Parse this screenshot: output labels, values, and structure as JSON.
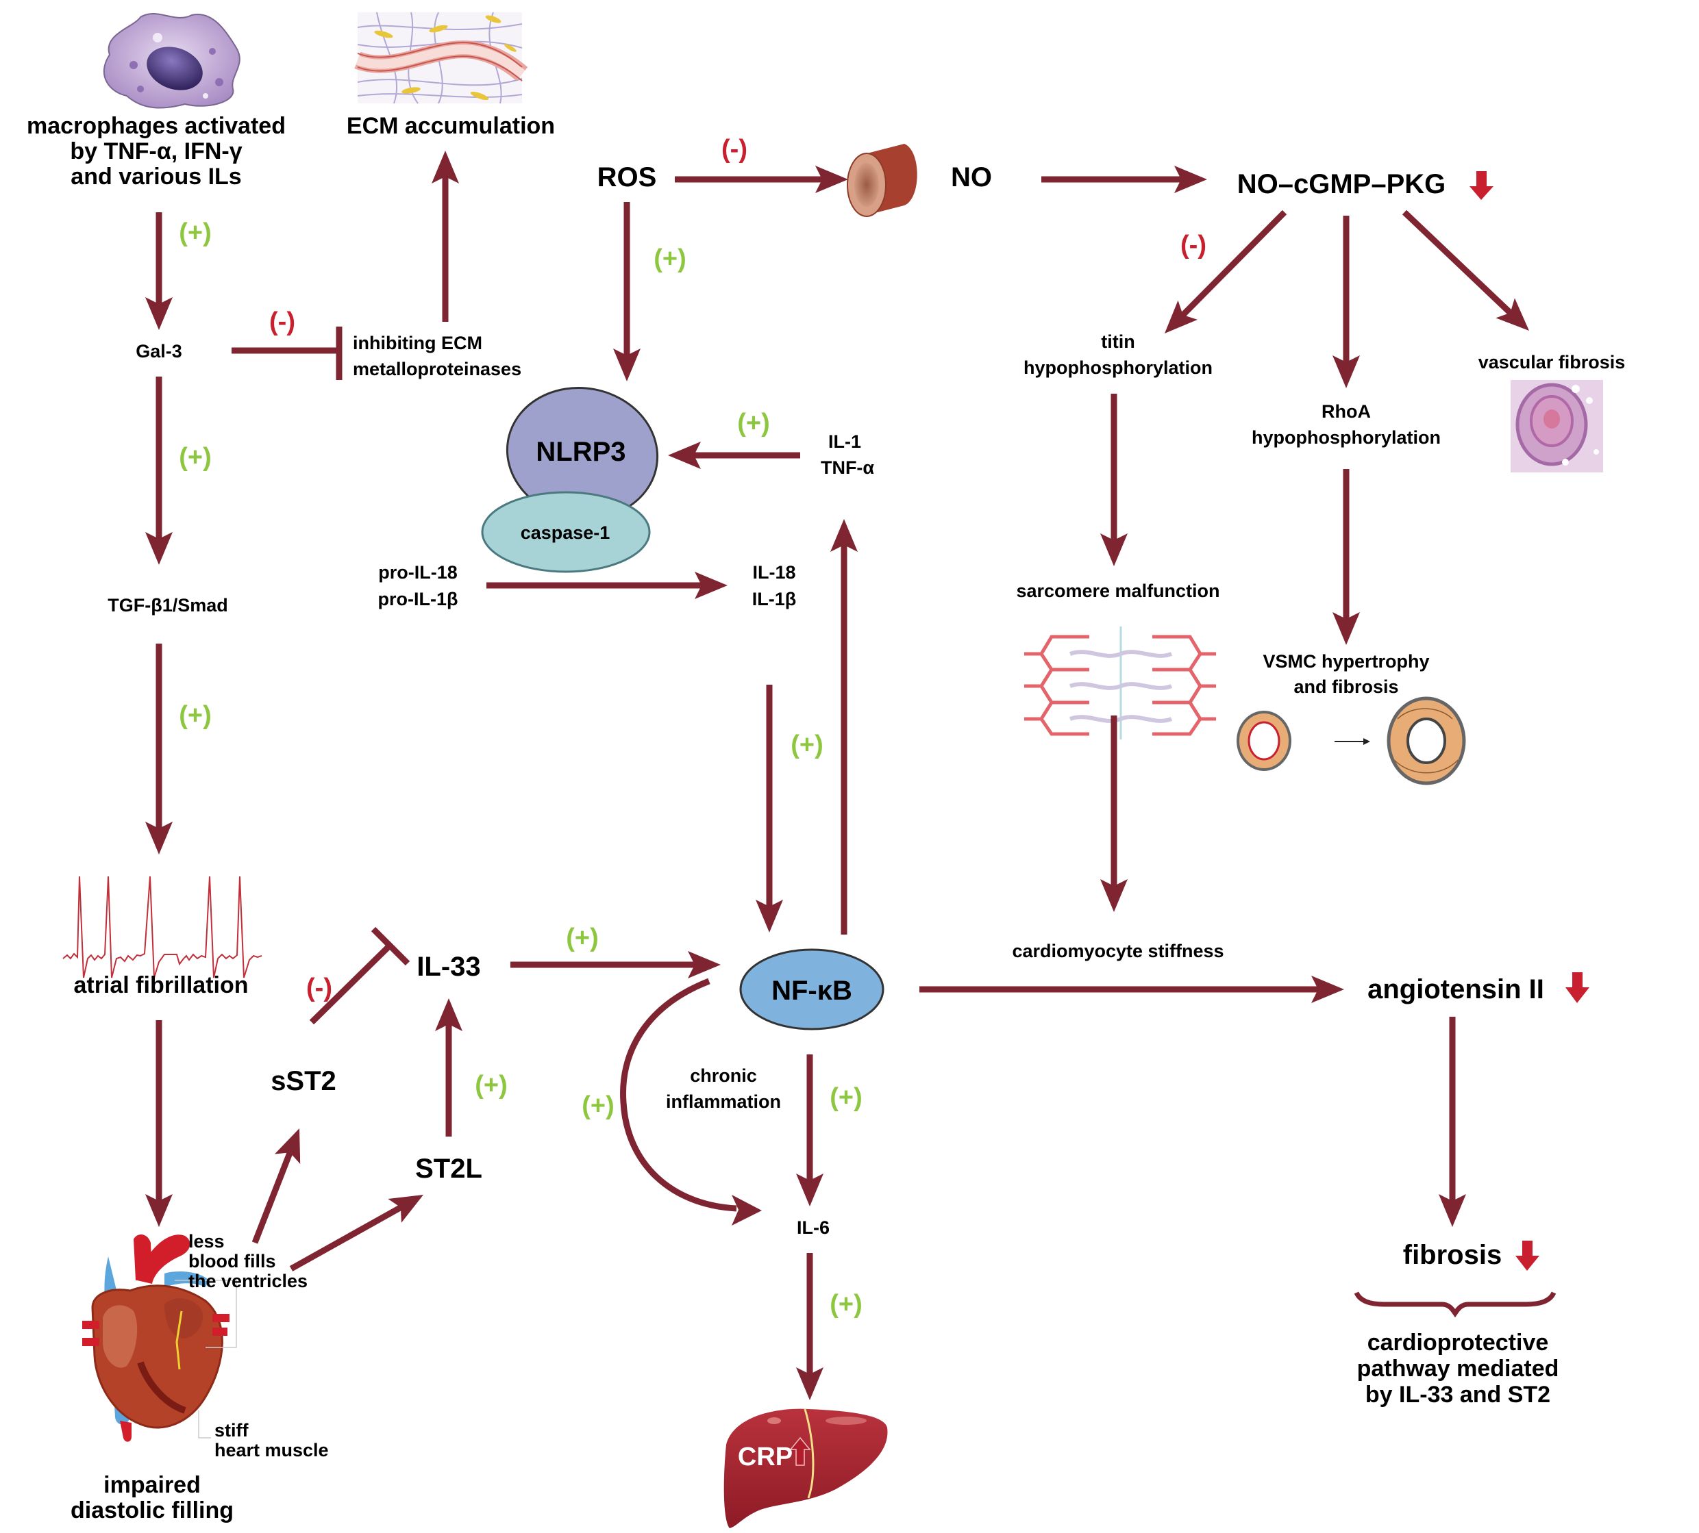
{
  "title": "Cardiac inflammatory and fibrotic signaling pathways: IL-33/ST2 axis",
  "colors": {
    "arrow": "#7f2532",
    "activation_sign": "#8dc63f",
    "inhibition_sign": "#c8202f",
    "decrease_indicator": "#c8202f",
    "nlrp3_fill": "#9ea1cb",
    "caspase_fill": "#a8d3d6",
    "nfkb_fill": "#7fb2dd",
    "liver_fill": "#a8222f"
  },
  "signs": {
    "plus": "(+)",
    "minus": "(-)"
  },
  "nodes": {
    "macrophages": {
      "line1": "macrophages activated",
      "line2": "by TNF-α, IFN-γ",
      "line3": "and various ILs",
      "icon": "macrophage-cell-illustration"
    },
    "ecm_accumulation": {
      "label": "ECM accumulation",
      "icon": "extracellular-matrix-illustration"
    },
    "gal3": {
      "label": "Gal-3"
    },
    "inhibiting_ecm": {
      "line1": "inhibiting ECM",
      "line2": "metalloproteinases"
    },
    "tgf": {
      "label": "TGF-β1/Smad"
    },
    "atrial_fibrillation": {
      "label": "atrial fibrillation",
      "icon": "ecg-trace-illustration"
    },
    "heart": {
      "annotation_top_1": "less",
      "annotation_top_2": "blood fills",
      "annotation_top_3": "the ventricles",
      "annotation_bottom_1": "stiff",
      "annotation_bottom_2": "heart muscle",
      "caption_1": "impaired",
      "caption_2": "diastolic filling",
      "icon": "heart-anatomy-illustration"
    },
    "ros": {
      "label": "ROS"
    },
    "no": {
      "label": "NO",
      "icon": "blood-vessel-illustration"
    },
    "no_cgmp_pkg": {
      "label": "NO–cGMP–PKG",
      "trend": "decreased"
    },
    "nlrp3": {
      "label": "NLRP3"
    },
    "caspase1": {
      "label": "caspase-1"
    },
    "il1_tnf": {
      "line1": "IL-1",
      "line2": "TNF-α"
    },
    "pro_il": {
      "line1": "pro-IL-18",
      "line2": "pro-IL-1β"
    },
    "il18_il1b": {
      "line1": "IL-18",
      "line2": "IL-1β"
    },
    "il33": {
      "label": "IL-33"
    },
    "sst2": {
      "label": "sST2"
    },
    "st2l": {
      "label": "ST2L"
    },
    "nfkb": {
      "label": "NF-κB"
    },
    "chronic_inflammation": {
      "line1": "chronic",
      "line2": "inflammation"
    },
    "il6": {
      "label": "IL-6"
    },
    "crp": {
      "label": "CRP",
      "trend": "increased",
      "icon": "liver-illustration"
    },
    "titin": {
      "line1": "titin",
      "line2": "hypophosphorylation"
    },
    "rhoa": {
      "line1": "RhoA",
      "line2": "hypophosphorylation"
    },
    "vascular_fibrosis": {
      "label": "vascular fibrosis",
      "icon": "histology-vessel-illustration"
    },
    "sarcomere": {
      "label": "sarcomere malfunction",
      "icon": "sarcomere-illustration"
    },
    "vsmc": {
      "line1": "VSMC hypertrophy",
      "line2": "and fibrosis",
      "icon": "vessel-wall-thickening-illustration"
    },
    "cardiomyocyte_stiffness": {
      "label": "cardiomyocyte stiffness"
    },
    "angiotensin": {
      "label": "angiotensin II",
      "trend": "decreased"
    },
    "fibrosis": {
      "label": "fibrosis",
      "trend": "decreased"
    },
    "cardioprotective": {
      "line1": "cardioprotective",
      "line2": "pathway mediated",
      "line3": "by IL-33 and ST2"
    }
  },
  "edges": [
    {
      "from": "macrophages",
      "to": "gal3",
      "type": "activation",
      "sign": "(+)"
    },
    {
      "from": "gal3",
      "to": "inhibiting_ecm",
      "type": "inhibition",
      "sign": "(-)"
    },
    {
      "from": "inhibiting_ecm",
      "to": "ecm_accumulation",
      "type": "activation"
    },
    {
      "from": "gal3",
      "to": "tgf",
      "type": "activation",
      "sign": "(+)"
    },
    {
      "from": "tgf",
      "to": "atrial_fibrillation",
      "type": "activation",
      "sign": "(+)"
    },
    {
      "from": "atrial_fibrillation",
      "to": "heart",
      "type": "activation"
    },
    {
      "from": "heart",
      "to": "sst2",
      "type": "activation"
    },
    {
      "from": "heart",
      "to": "st2l",
      "type": "activation"
    },
    {
      "from": "sst2",
      "to": "il33",
      "type": "inhibition",
      "sign": "(-)"
    },
    {
      "from": "st2l",
      "to": "il33",
      "type": "activation",
      "sign": "(+)"
    },
    {
      "from": "il33",
      "to": "nfkb",
      "type": "activation",
      "sign": "(+)"
    },
    {
      "from": "ros",
      "to": "no",
      "type": "inhibition-arrow",
      "sign": "(-)"
    },
    {
      "from": "ros",
      "to": "nlrp3",
      "type": "activation",
      "sign": "(+)"
    },
    {
      "from": "no",
      "to": "no_cgmp_pkg",
      "type": "activation"
    },
    {
      "from": "il1_tnf",
      "to": "nlrp3",
      "type": "activation",
      "sign": "(+)"
    },
    {
      "from": "pro_il",
      "to": "il18_il1b",
      "type": "activation"
    },
    {
      "from": "il18_il1b",
      "to": "nfkb",
      "type": "activation",
      "sign": "(+)"
    },
    {
      "from": "nfkb",
      "to": "il1_tnf",
      "type": "activation"
    },
    {
      "from": "nfkb",
      "to": "il6",
      "type": "activation",
      "sign": "(+)"
    },
    {
      "from": "nfkb",
      "to": "il6",
      "type": "activation-curved",
      "sign": "(+)"
    },
    {
      "from": "il6",
      "to": "crp",
      "type": "activation",
      "sign": "(+)"
    },
    {
      "from": "nfkb",
      "to": "angiotensin",
      "type": "activation"
    },
    {
      "from": "no_cgmp_pkg",
      "to": "titin",
      "type": "activation",
      "sign": "(-)"
    },
    {
      "from": "no_cgmp_pkg",
      "to": "rhoa",
      "type": "activation"
    },
    {
      "from": "no_cgmp_pkg",
      "to": "vascular_fibrosis",
      "type": "activation"
    },
    {
      "from": "titin",
      "to": "sarcomere",
      "type": "activation"
    },
    {
      "from": "sarcomere",
      "to": "cardiomyocyte_stiffness",
      "type": "activation"
    },
    {
      "from": "rhoa",
      "to": "vsmc",
      "type": "activation"
    },
    {
      "from": "angiotensin",
      "to": "fibrosis",
      "type": "activation"
    }
  ]
}
